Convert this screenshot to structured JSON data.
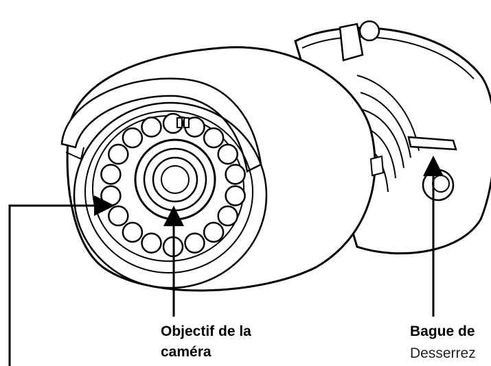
{
  "labels": {
    "lens_line1": "Objectif de la",
    "lens_line2": "caméra",
    "ring_line1": "Bague de",
    "ring_line2": "Desserrez"
  },
  "colors": {
    "ink": "#000000",
    "paper": "#ffffff"
  },
  "icons": [
    "camera-body-illustration",
    "ir-led-ring",
    "camera-lens",
    "mounting-bracket",
    "callout-arrow"
  ]
}
